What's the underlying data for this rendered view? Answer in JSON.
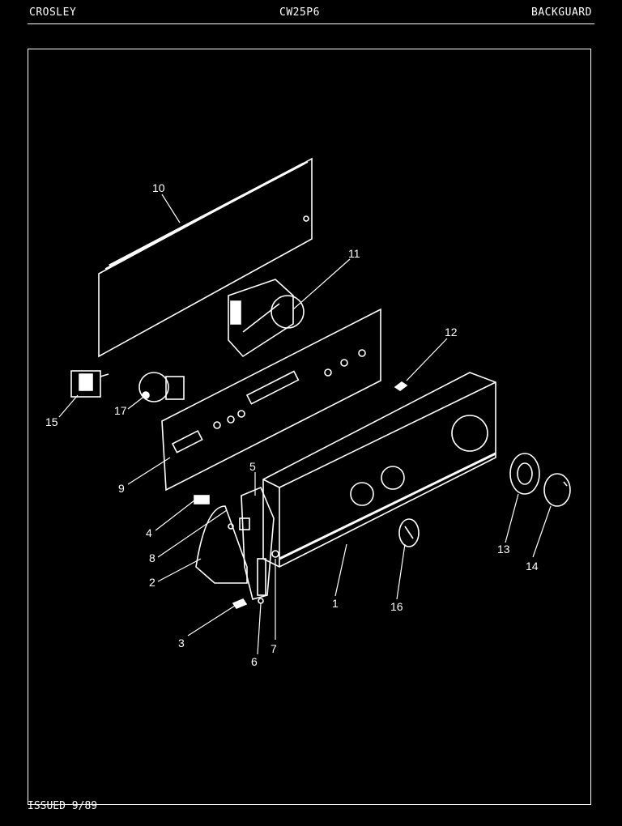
{
  "header": {
    "brand": "CROSLEY",
    "model": "CW25P6",
    "section": "BACKGUARD"
  },
  "footer": {
    "issued": "ISSUED 9/89"
  },
  "callouts": {
    "c1": "1",
    "c2": "2",
    "c3": "3",
    "c4": "4",
    "c5": "5",
    "c6": "6",
    "c7": "7",
    "c8": "8",
    "c9": "9",
    "c10": "10",
    "c11": "11",
    "c12": "12",
    "c13": "13",
    "c14": "14",
    "c15": "15",
    "c16": "16",
    "c17": "17"
  },
  "colors": {
    "background": "#000000",
    "ink": "#ffffff"
  }
}
